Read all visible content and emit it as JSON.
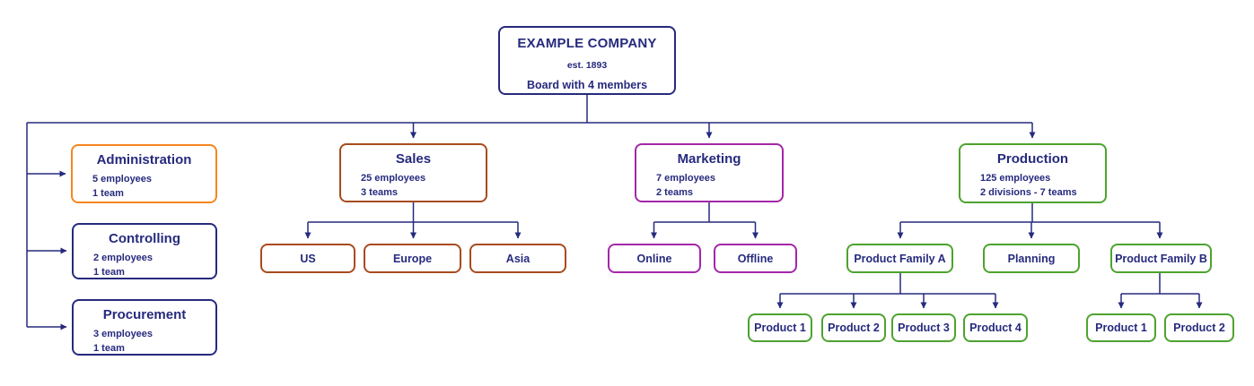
{
  "colors": {
    "navy": "#262a7d",
    "orange": "#f6861f",
    "rust": "#a84b1e",
    "magenta": "#a427a7",
    "green": "#4da32f"
  },
  "company": {
    "title": "EXAMPLE COMPANY",
    "founded": "est. 1893",
    "board": "Board with 4 members"
  },
  "departments": {
    "administration": {
      "title": "Administration",
      "lines": [
        "5 employees",
        "1 team"
      ]
    },
    "controlling": {
      "title": "Controlling",
      "lines": [
        "2 employees",
        "1 team"
      ]
    },
    "procurement": {
      "title": "Procurement",
      "lines": [
        "3 employees",
        "1 team"
      ]
    },
    "sales": {
      "title": "Sales",
      "lines": [
        "25 employees",
        "3 teams"
      ]
    },
    "marketing": {
      "title": "Marketing",
      "lines": [
        "7 employees",
        "2 teams"
      ]
    },
    "production": {
      "title": "Production",
      "lines": [
        "125 employees",
        "2 divisions - 7 teams"
      ]
    }
  },
  "teams": {
    "us": "US",
    "europe": "Europe",
    "asia": "Asia",
    "online": "Online",
    "offline": "Offline",
    "product_family_a": "Product Family A",
    "planning": "Planning",
    "product_family_b": "Product Family B",
    "pfa_products": [
      "Product 1",
      "Product 2",
      "Product 3",
      "Product 4"
    ],
    "pfb_products": [
      "Product 1",
      "Product 2"
    ]
  }
}
